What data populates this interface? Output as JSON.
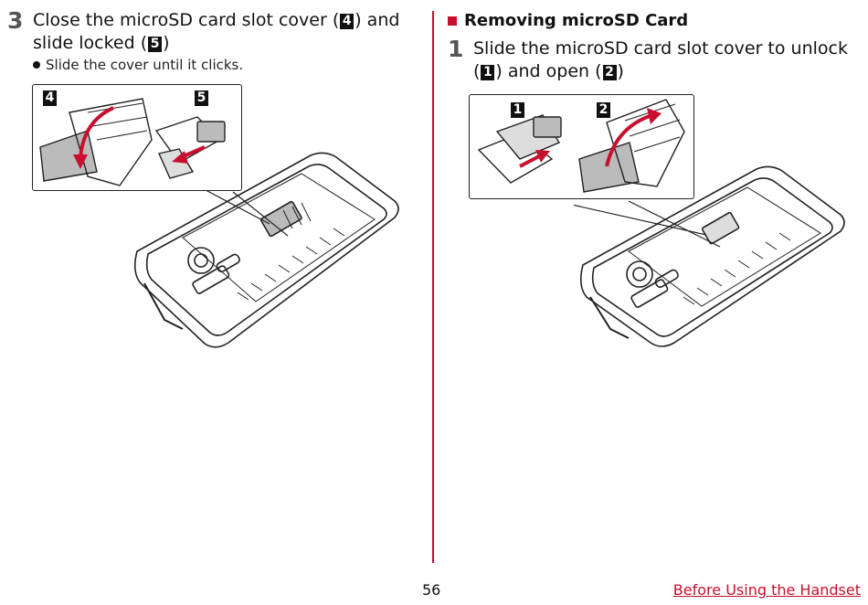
{
  "left": {
    "step_number": "3",
    "step_line1_a": "Close the microSD card slot cover (",
    "step_line1_b": ") and",
    "step_line2_a": "slide locked (",
    "step_line2_b": ")",
    "marker_a": "4",
    "marker_b": "5",
    "bullet": "Slide the cover until it clicks.",
    "inset_labels": [
      "4",
      "5"
    ]
  },
  "right": {
    "section_title": "Removing microSD Card",
    "step_number": "1",
    "step_line1": "Slide the microSD card slot cover to unlock",
    "step_line2_a": "(",
    "step_line2_b": ") and open (",
    "step_line2_c": ")",
    "marker_a": "1",
    "marker_b": "2",
    "inset_labels": [
      "1",
      "2"
    ]
  },
  "footer": {
    "page_number": "56",
    "link": "Before Using the Handset"
  },
  "colors": {
    "accent": "#c8102e",
    "text": "#111111"
  }
}
